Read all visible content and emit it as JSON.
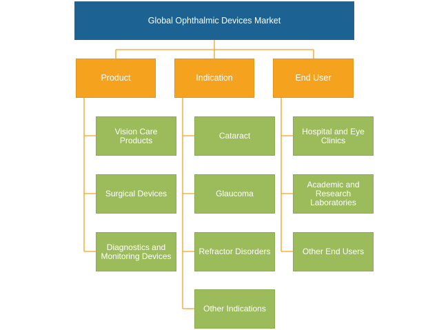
{
  "root": {
    "label": "Global Ophthalmic Devices Market"
  },
  "colors": {
    "root_fill": "#1c6393",
    "category_fill": "#f5a21f",
    "leaf_fill": "#9cbc5c",
    "connector": "#f5a21f",
    "text": "#ffffff"
  },
  "categories": [
    {
      "label": "Product",
      "children": [
        {
          "label": "Vision Care Products"
        },
        {
          "label": "Surgical Devices"
        },
        {
          "label": "Diagnostics and\nMonitoring Devices"
        }
      ]
    },
    {
      "label": "Indication",
      "children": [
        {
          "label": "Cataract"
        },
        {
          "label": "Glaucoma"
        },
        {
          "label": "Refractor Disorders"
        },
        {
          "label": "Other Indications"
        }
      ]
    },
    {
      "label": "End User",
      "children": [
        {
          "label": "Hospital and Eye\nClinics"
        },
        {
          "label": "Academic and\nResearch\nLaboratories"
        },
        {
          "label": "Other End Users"
        }
      ]
    }
  ]
}
